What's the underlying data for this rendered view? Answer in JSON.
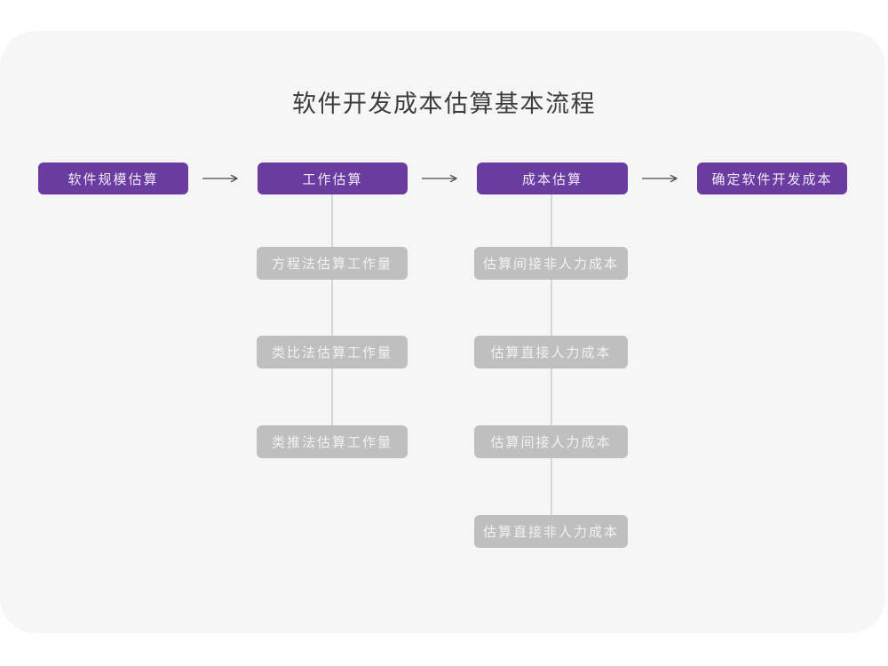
{
  "page": {
    "title": "软件开发成本估算基本流程"
  },
  "colors": {
    "page_background": "#FFFFFF",
    "card_background": "#F6F6F6",
    "stage_node_fill": "#6A3CA0",
    "stage_node_text": "#EFE9F7",
    "substep_node_fill": "#BFBFBF",
    "substep_node_text": "#F2F2F2",
    "connector_line": "#D6D6D6",
    "arrow_stroke": "#4A4A4A",
    "title_text": "#3D3D3D"
  },
  "flow": {
    "stages": [
      {
        "label": "软件规模估算",
        "substeps": []
      },
      {
        "label": "工作估算",
        "substeps": [
          "方程法估算工作量",
          "类比法估算工作量",
          "类推法估算工作量"
        ]
      },
      {
        "label": "成本估算",
        "substeps": [
          "估算间接非人力成本",
          "估算直接人力成本",
          "估算间接人力成本",
          "估算直接非人力成本"
        ]
      },
      {
        "label": "确定软件开发成本",
        "substeps": []
      }
    ],
    "arrow_icon_name": "arrow-right-icon"
  }
}
